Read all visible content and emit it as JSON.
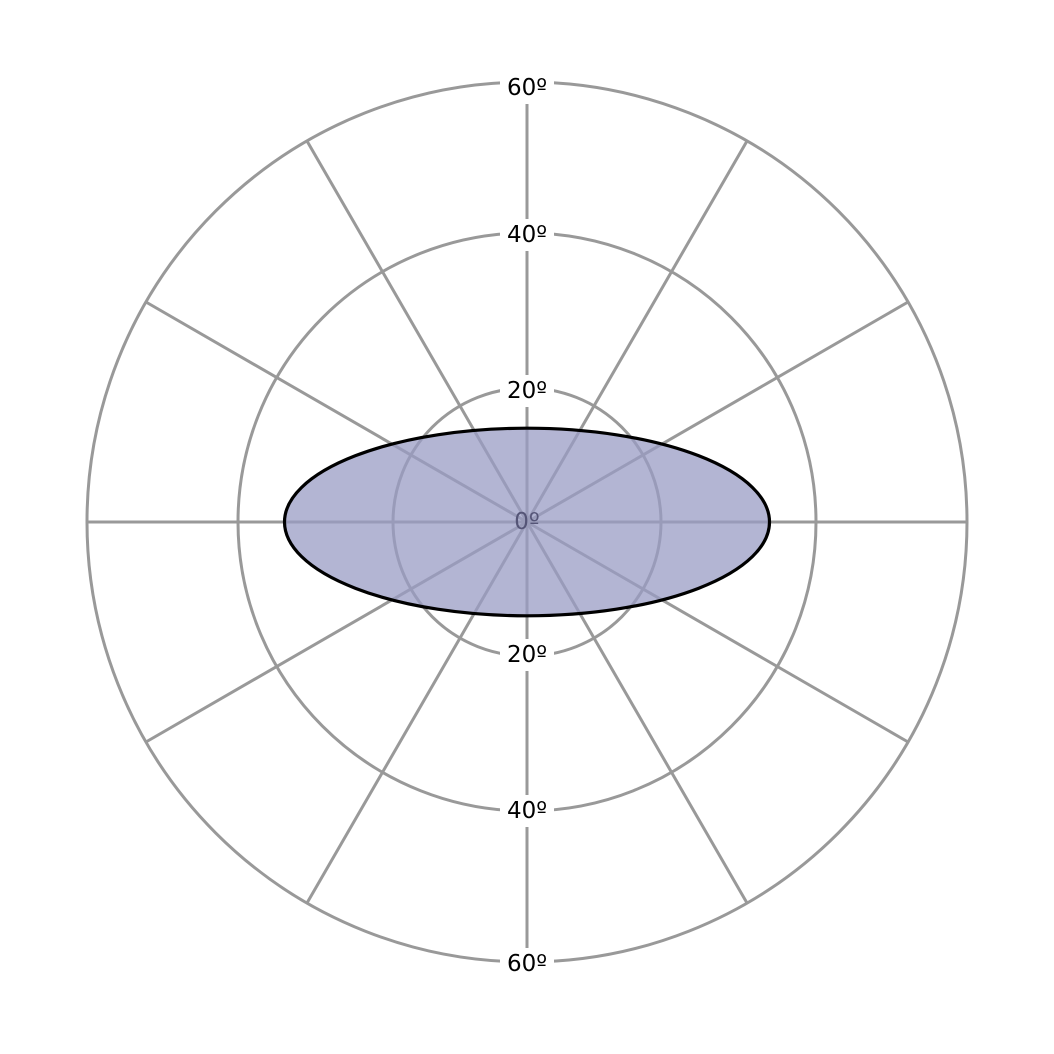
{
  "diagram": {
    "rings": [
      {
        "value": 20,
        "label_top": "20º",
        "label_bottom": "20º"
      },
      {
        "value": 40,
        "label_top": "40º",
        "label_bottom": "40º"
      },
      {
        "value": 60,
        "label_top": "60º",
        "label_bottom": "60º"
      }
    ],
    "center_label": "0º",
    "spoke_angles_deg": [
      0,
      30,
      60,
      90,
      120,
      150,
      180,
      210,
      240,
      270,
      300,
      330
    ],
    "shape": {
      "type": "ellipse",
      "horizontal_half_extent_deg": 34,
      "vertical_half_extent_deg": 14
    },
    "colors": {
      "grid": "#999999",
      "fill": "#9a9cc4",
      "outline": "#000000"
    }
  }
}
